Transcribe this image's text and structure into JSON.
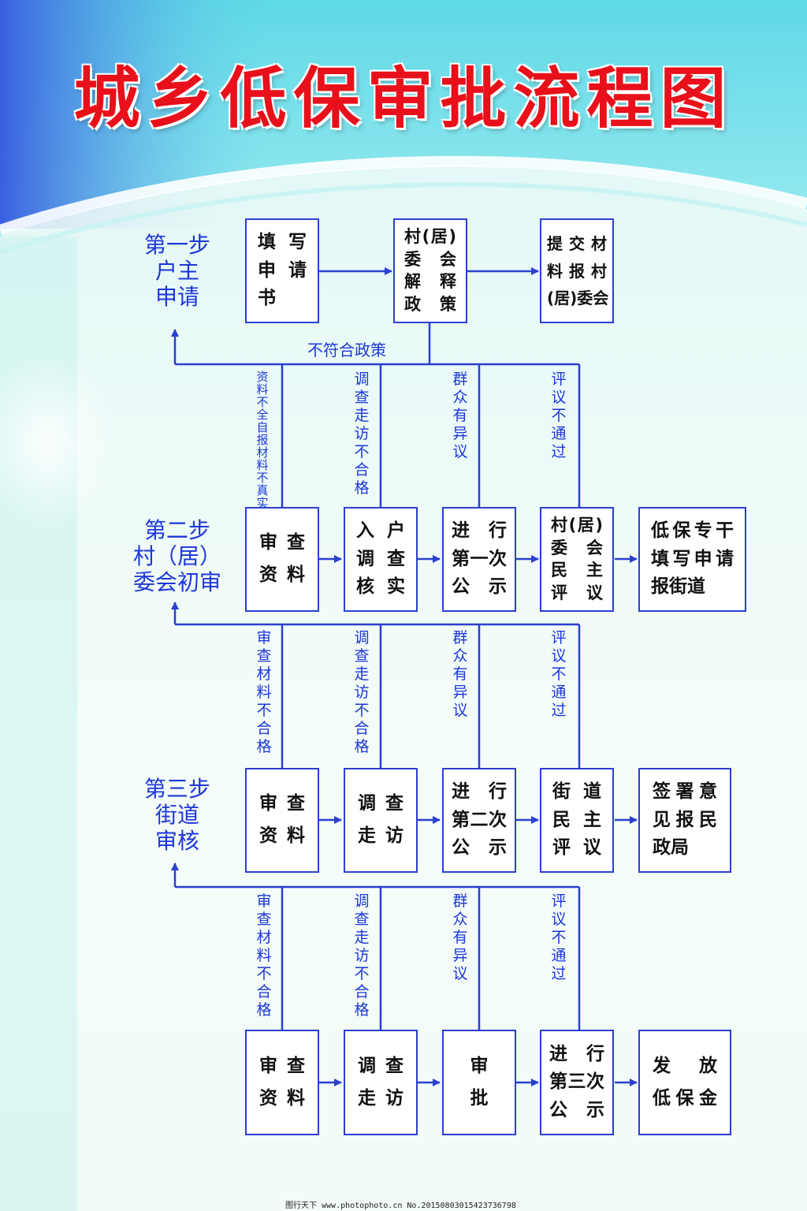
{
  "title": "城乡低保审批流程图",
  "colors": {
    "line": "#2b3fd0",
    "title": "#e8101a",
    "text_blue": "#1c37d8"
  },
  "steps": [
    {
      "lines": [
        "第一步",
        "户主",
        "申请"
      ]
    },
    {
      "lines": [
        "第二步",
        "村（居）",
        "委会初审"
      ]
    },
    {
      "lines": [
        "第三步",
        "街道",
        "审核"
      ]
    }
  ],
  "row1": [
    {
      "lines": [
        "填写",
        "申请",
        "书"
      ]
    },
    {
      "lines": [
        "村(居)",
        "委会",
        "解释",
        "政策"
      ]
    },
    {
      "lines": [
        "提交材",
        "料报村",
        "(居)委会"
      ]
    }
  ],
  "row2": [
    {
      "lines": [
        "审查",
        "资料"
      ]
    },
    {
      "lines": [
        "入户",
        "调查",
        "核实"
      ]
    },
    {
      "lines": [
        "进行",
        "第一次",
        "公示"
      ]
    },
    {
      "lines": [
        "村(居)",
        "委会",
        "民主",
        "评议"
      ]
    },
    {
      "lines": [
        "低保专干",
        "填写申请",
        "报街道"
      ]
    }
  ],
  "row3": [
    {
      "lines": [
        "审查",
        "资料"
      ]
    },
    {
      "lines": [
        "调查",
        "走访"
      ]
    },
    {
      "lines": [
        "进行",
        "第二次",
        "公示"
      ]
    },
    {
      "lines": [
        "街道",
        "民主",
        "评议"
      ]
    },
    {
      "lines": [
        "签署意",
        "见报民",
        "政局"
      ]
    }
  ],
  "row4": [
    {
      "lines": [
        "审查",
        "资料"
      ]
    },
    {
      "lines": [
        "调查",
        "走访"
      ]
    },
    {
      "lines": [
        "审",
        "批"
      ]
    },
    {
      "lines": [
        "进行",
        "第三次",
        "公示"
      ]
    },
    {
      "lines": [
        "发放",
        "低保金"
      ]
    }
  ],
  "feedback": {
    "policy": "不符合政策",
    "g1": [
      "资料不全 自报材料不真实",
      "调查走访不合格",
      "群众有异议",
      "评议不通过"
    ],
    "g2": [
      "审查材料不合格",
      "调查走访不合格",
      "群众有异议",
      "评议不通过"
    ],
    "g3": [
      "审查材料不合格",
      "调查走访不合格",
      "群众有异议",
      "评议不通过"
    ]
  },
  "footer": "图行天下 www.photophoto.cn No.20150803015423736798"
}
